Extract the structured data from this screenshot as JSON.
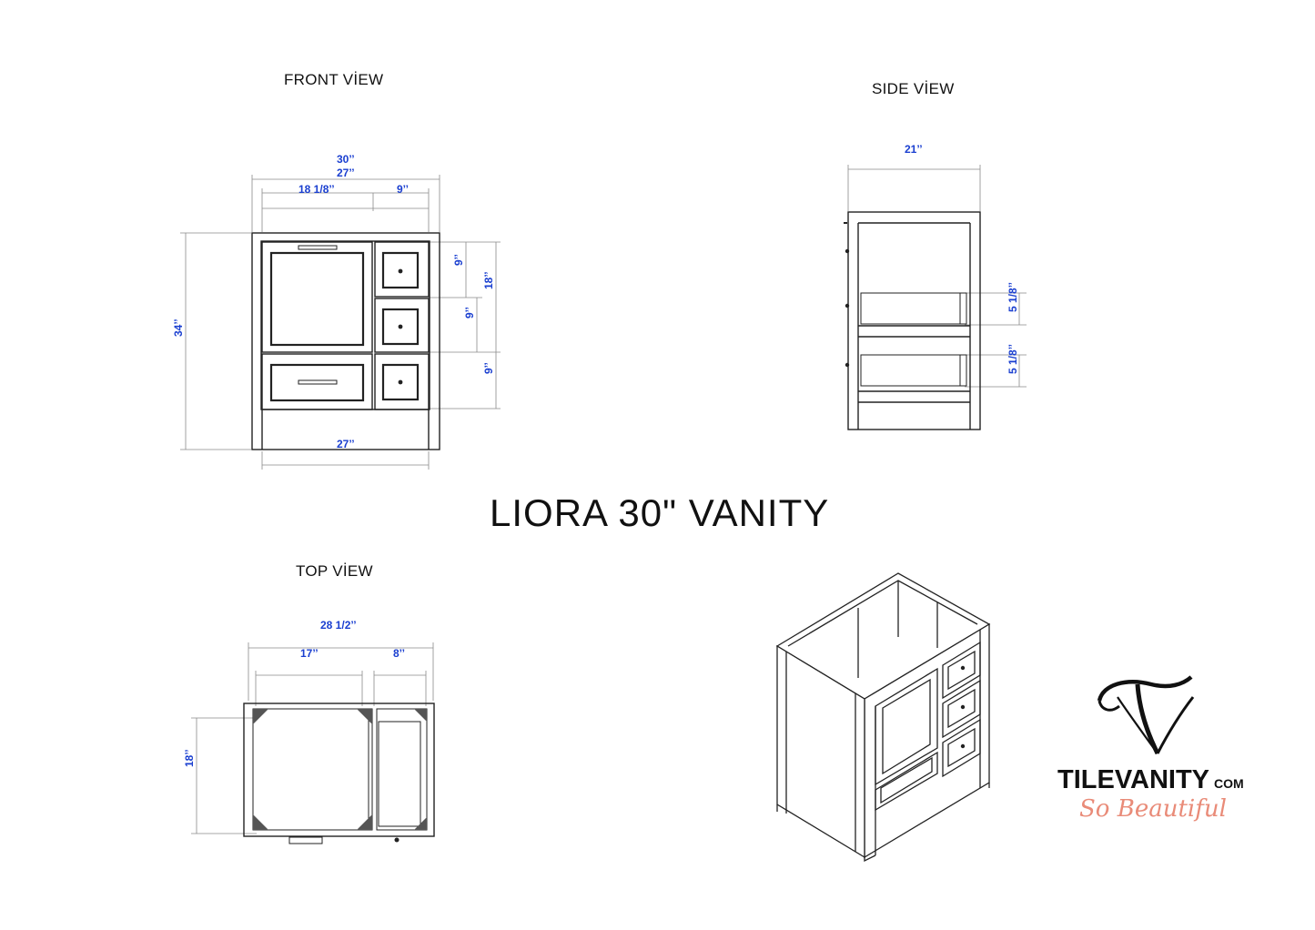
{
  "views": {
    "front": "FRONT VİEW",
    "side": "SIDE VİEW",
    "top": "TOP VİEW"
  },
  "title": "LIORA 30\" VANITY",
  "dims": {
    "front_overall_width": "30’’",
    "front_inner_width": "27’’",
    "front_door_width": "18 1/8’’",
    "front_drawer_width": "9’’",
    "front_height": "34’’",
    "front_drawer_upper": "9’’",
    "front_drawer_mid": "9’’",
    "front_drawer_lower": "9’’",
    "front_drawer_stack": "18’’",
    "front_base_width": "27’’",
    "side_depth": "21’’",
    "side_drawer_upper": "5 1/8’’",
    "side_drawer_lower": "5 1/8’’",
    "top_width": "28 1/2’’",
    "top_left": "17’’",
    "top_right": "8’’",
    "top_depth": "18’’"
  },
  "logo": {
    "brand": "TILEVANITY",
    "suffix": "COM",
    "tagline": "So Beautiful"
  },
  "colors": {
    "dimension": "#1a3fd0",
    "line": "#222222",
    "tagline": "#e98b78"
  }
}
